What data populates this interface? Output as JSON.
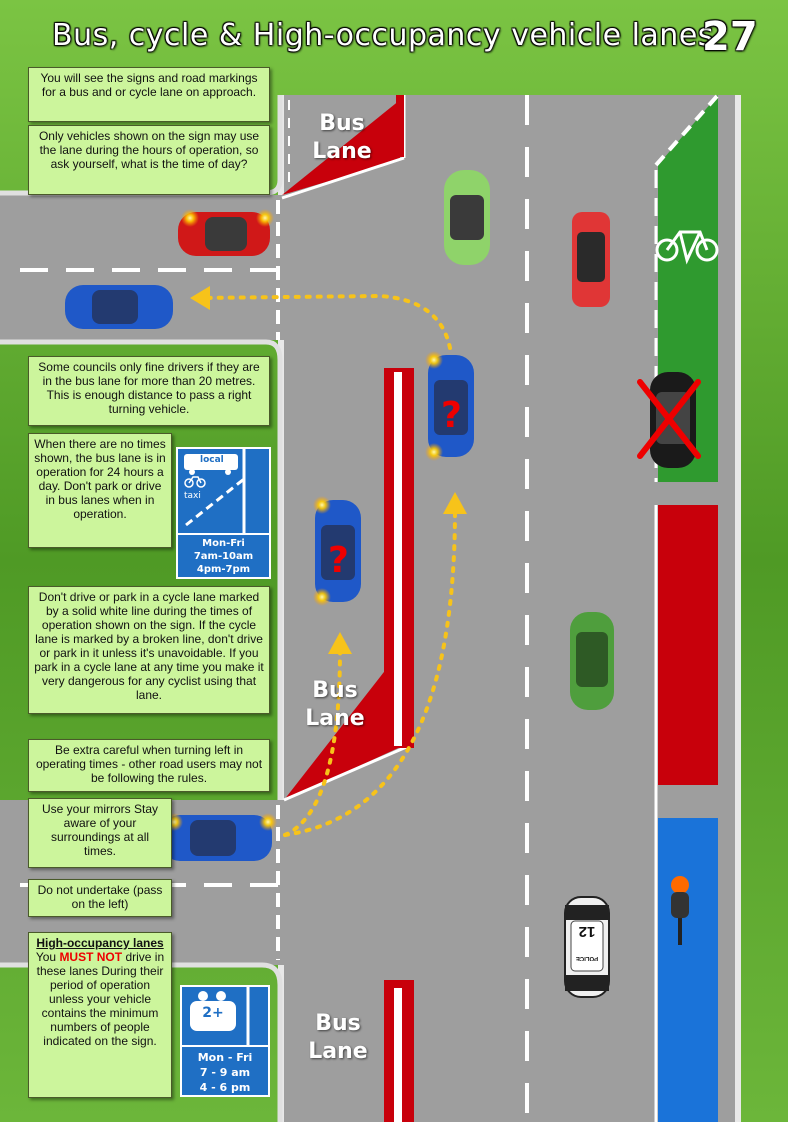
{
  "title": {
    "text": "Bus, cycle & High-occupancy vehicle lanes",
    "page_number": "27"
  },
  "notes": {
    "approach": "You will see the signs and road markings for a bus and or cycle lane on approach.",
    "vehicles_shown": "Only vehicles shown on the sign may use the lane during the hours of operation, so ask yourself, what is the time of day?",
    "councils": "Some councils only fine drivers if they are in the bus lane for more than 20 metres. This is enough distance to pass a right turning vehicle.",
    "no_times": "When there are no times shown, the bus lane is in operation for 24 hours a day. Don't park or drive in bus lanes when in operation.",
    "cycle_lane": "Don't drive or park in a cycle lane marked by a solid white line during the times of operation shown on the sign. If the cycle lane is marked by a broken line, don't drive or park in it unless it's unavoidable. If you park in a cycle lane at any time you make it very dangerous for any cyclist using that lane.",
    "turning_left": "Be extra careful when turning left in operating times - other road users may not be following the rules.",
    "mirrors": "Use your mirrors Stay aware of your surroundings at all times.",
    "undertake": "Do not undertake (pass on the left)",
    "hov_heading": "High-occupancy lanes",
    "hov_pre": "You",
    "hov_must": "MUST NOT",
    "hov_post": "drive in these lanes During their period of operation unless your vehicle contains the minimum numbers of people indicated on the sign."
  },
  "road_text": {
    "bus": "Bus",
    "lane": "Lane"
  },
  "bus_sign": {
    "top_label": "local",
    "side_label": "taxi",
    "days": "Mon-Fri",
    "times1": "7am-10am",
    "times2": "4pm-7pm"
  },
  "hov_sign": {
    "occupancy": "2+",
    "days": "Mon - Fri",
    "times1": "7 - 9 am",
    "times2": "4 - 6 pm"
  },
  "cars": {
    "question_mark": "?",
    "police_number": "12",
    "police_label": "POLICE"
  },
  "colors": {
    "grass": "#5aa52a",
    "road": "#9e9e9e",
    "bus_lane_red": "#c8000b",
    "cycle_lane_green": "#2f9a2f",
    "hov_lane_blue": "#1a73d9",
    "sign_blue": "#1f6fc4",
    "note_bg": "#ccf59c",
    "arrow_yellow": "#f7c31a"
  }
}
